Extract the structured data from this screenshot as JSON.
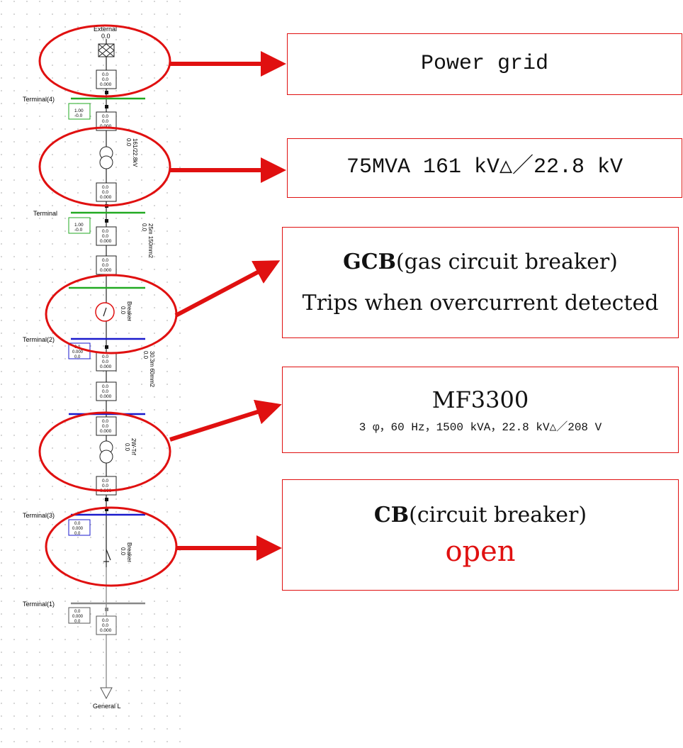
{
  "diagram": {
    "nodes": {
      "ext_grid": {
        "label": "External",
        "value": "0.0"
      },
      "terminal4": {
        "label": "Terminal(4)",
        "res": [
          "1.00",
          "-0.0"
        ]
      },
      "transformer1": {
        "label": "161/22.8kV",
        "value": "0.0"
      },
      "terminal_mid": {
        "label": "Terminal"
      },
      "line1": {
        "label": "25m 150mm2",
        "value": "0.0"
      },
      "breaker1": {
        "label": "Breaker",
        "value": "0.0"
      },
      "terminal2": {
        "label": "Terminal(2)"
      },
      "line2": {
        "label": "30.3m 60mm2",
        "value": "0.0"
      },
      "transformer2": {
        "label": "2W-Trf",
        "value": "0.0"
      },
      "terminal3": {
        "label": "Terminal(3)"
      },
      "breaker2": {
        "label": "Breaker",
        "value": "0.0"
      },
      "terminal1": {
        "label": "Terminal(1)"
      },
      "load": {
        "label": "General L"
      }
    },
    "result_box": {
      "lines": [
        "0.0",
        "0.0",
        "0.000"
      ]
    },
    "colors": {
      "annotation": "#e01010",
      "bus_green": "#22aa22",
      "bus_blue": "#1a1acc",
      "bus_gray": "#888888"
    }
  },
  "annotations": {
    "power_grid": {
      "text": "Power grid"
    },
    "transformer": {
      "text": "75MVA 161 kV△／22.8 kV"
    },
    "gcb": {
      "title_bold": "GCB",
      "title_rest": "(gas circuit breaker)",
      "desc": "Trips when overcurrent detected"
    },
    "mf3300": {
      "title": "MF3300",
      "spec": "3 φ，60 Hz，1500 kVA，22.8 kV△／208 V"
    },
    "cb": {
      "title_bold": "CB",
      "title_rest": "(circuit breaker)",
      "state": "open"
    }
  }
}
